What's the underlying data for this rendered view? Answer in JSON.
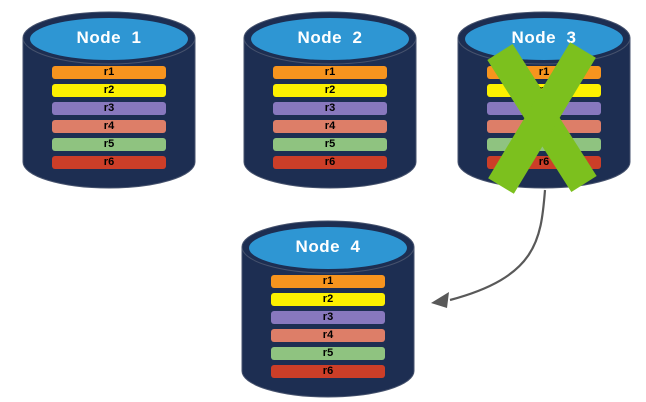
{
  "palette": {
    "background": "#FFFFFF",
    "cylinder_body": "#1D2E52",
    "cylinder_outline": "#46526D",
    "cylinder_top": "#2E96D3",
    "node_label_color": "#FFFFFF",
    "replica_label_color": "#000000",
    "failure_x_color": "#7CC01E",
    "arrow_color": "#595959"
  },
  "nodes": [
    {
      "label": "Node  1",
      "failed": false,
      "replicas": [
        {
          "label": "r1",
          "color": "#F7941E"
        },
        {
          "label": "r2",
          "color": "#FCF000"
        },
        {
          "label": "r3",
          "color": "#8878BE"
        },
        {
          "label": "r4",
          "color": "#DD7E68"
        },
        {
          "label": "r5",
          "color": "#8FC380"
        },
        {
          "label": "r6",
          "color": "#CC3E28"
        }
      ]
    },
    {
      "label": "Node  2",
      "failed": false,
      "replicas": [
        {
          "label": "r1",
          "color": "#F7941E"
        },
        {
          "label": "r2",
          "color": "#FCF000"
        },
        {
          "label": "r3",
          "color": "#8878BE"
        },
        {
          "label": "r4",
          "color": "#DD7E68"
        },
        {
          "label": "r5",
          "color": "#8FC380"
        },
        {
          "label": "r6",
          "color": "#CC3E28"
        }
      ]
    },
    {
      "label": "Node  3",
      "failed": true,
      "replicas": [
        {
          "label": "r1",
          "color": "#F7941E"
        },
        {
          "label": "r2",
          "color": "#FCF000"
        },
        {
          "label": "r3",
          "color": "#8878BE"
        },
        {
          "label": "r4",
          "color": "#DD7E68"
        },
        {
          "label": "r5",
          "color": "#8FC380"
        },
        {
          "label": "r6",
          "color": "#CC3E28"
        }
      ]
    },
    {
      "label": "Node  4",
      "failed": false,
      "replicas": [
        {
          "label": "r1",
          "color": "#F7941E"
        },
        {
          "label": "r2",
          "color": "#FCF000"
        },
        {
          "label": "r3",
          "color": "#8878BE"
        },
        {
          "label": "r4",
          "color": "#DD7E68"
        },
        {
          "label": "r5",
          "color": "#8FC380"
        },
        {
          "label": "r6",
          "color": "#CC3E28"
        }
      ]
    }
  ],
  "failover": {
    "failed_node": "Node 3",
    "replacement_node": "Node 4",
    "marker": "green-x-crossout",
    "arrow": "curved arrow from bottom of Node 3 to right side of Node 4"
  }
}
